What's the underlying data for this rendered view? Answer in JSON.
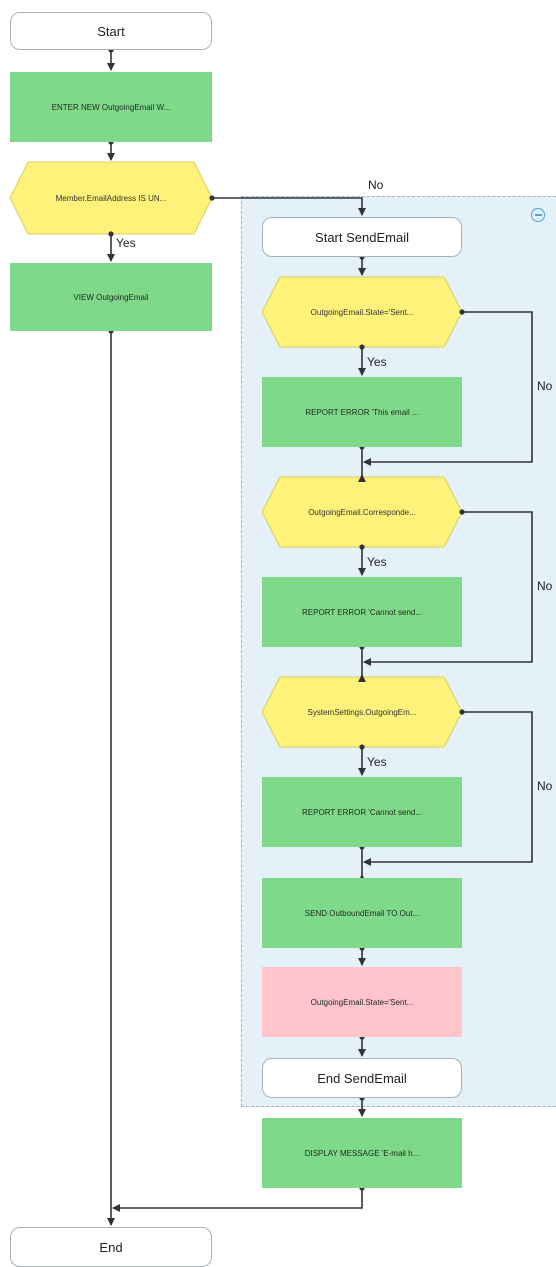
{
  "colors": {
    "action": "#7fd98a",
    "action_error_state": "#ffc4cc",
    "decision": "#fff27a",
    "subprocess_panel": "#e4f1f8",
    "connector": "#333333"
  },
  "flowchart": {
    "start": "Start",
    "enter_new": "ENTER NEW OutgoingEmail W...",
    "decision_member": "Member.EmailAddress IS UN...",
    "yes_member": "Yes",
    "no_member": "No",
    "view_email": "VIEW OutgoingEmail",
    "subprocess": {
      "start": "Start SendEmail",
      "collapse_icon": "minus-circle-icon",
      "decision_state": "OutgoingEmail.State='Sent...",
      "yes_state": "Yes",
      "no_state": "No",
      "error_sent": "REPORT ERROR 'This email ...",
      "decision_correspondence": "OutgoingEmail.Corresponde...",
      "yes_correspondence": "Yes",
      "no_correspondence": "No",
      "error_cannot_send_1": "REPORT ERROR 'Cannot send...",
      "decision_settings": "SystemSettings.OutgoingEm...",
      "yes_settings": "Yes",
      "no_settings": "No",
      "error_cannot_send_2": "REPORT ERROR 'Cannot send...",
      "send_outbound": "SEND OutboundEmail TO Out...",
      "set_state_sent": "OutgoingEmail.State='Sent...",
      "end": "End SendEmail"
    },
    "display_message": "DISPLAY MESSAGE 'E-mail h...",
    "end": "End"
  }
}
